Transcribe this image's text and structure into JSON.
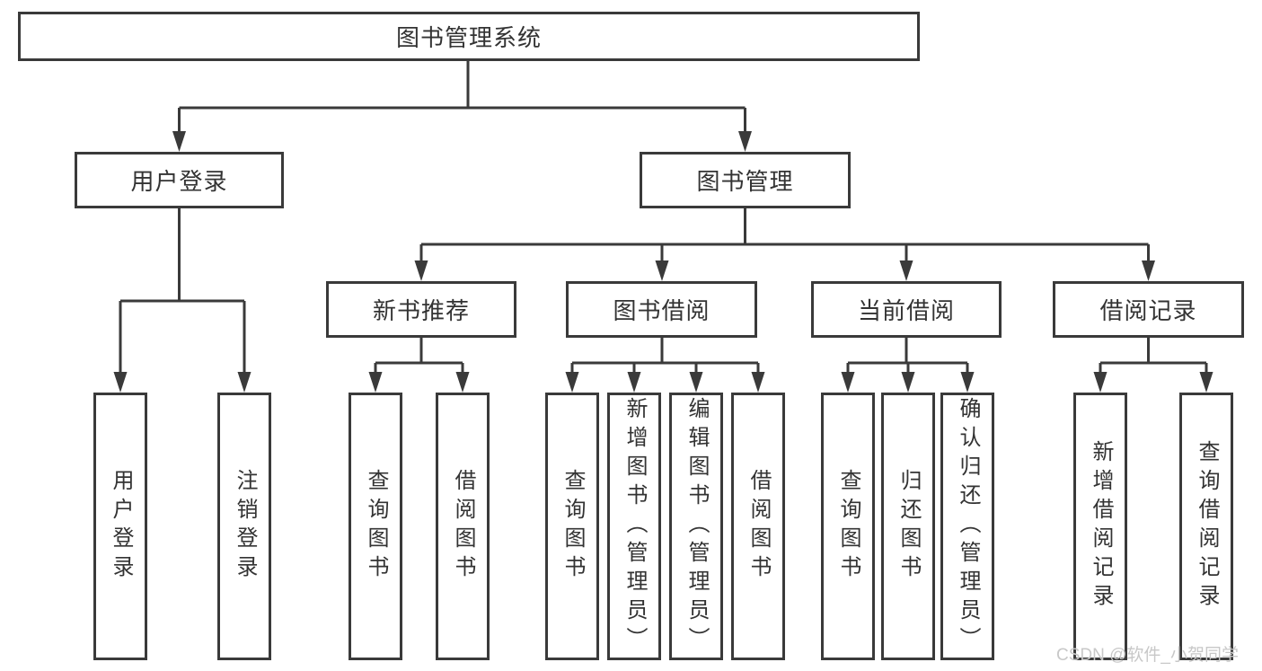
{
  "tree": {
    "root": "图书管理系统",
    "branches": [
      {
        "label": "用户登录",
        "children": [
          "用户登录",
          "注销登录"
        ]
      },
      {
        "label": "图书管理",
        "groups": [
          {
            "label": "新书推荐",
            "children": [
              "查询图书",
              "借阅图书"
            ]
          },
          {
            "label": "图书借阅",
            "children": [
              "查询图书",
              "新增图书（管理员）",
              "编辑图书（管理员）",
              "借阅图书"
            ]
          },
          {
            "label": "当前借阅",
            "children": [
              "查询图书",
              "归还图书",
              "确认归还（管理员）"
            ]
          },
          {
            "label": "借阅记录",
            "children": [
              "新增借阅记录",
              "查询借阅记录"
            ]
          }
        ]
      }
    ]
  },
  "watermark": "CSDN @软件_小贺同学",
  "colors": {
    "line": "#3a3a3a",
    "text": "#333333",
    "watermark": "#c8c8c8",
    "background": "#ffffff"
  }
}
